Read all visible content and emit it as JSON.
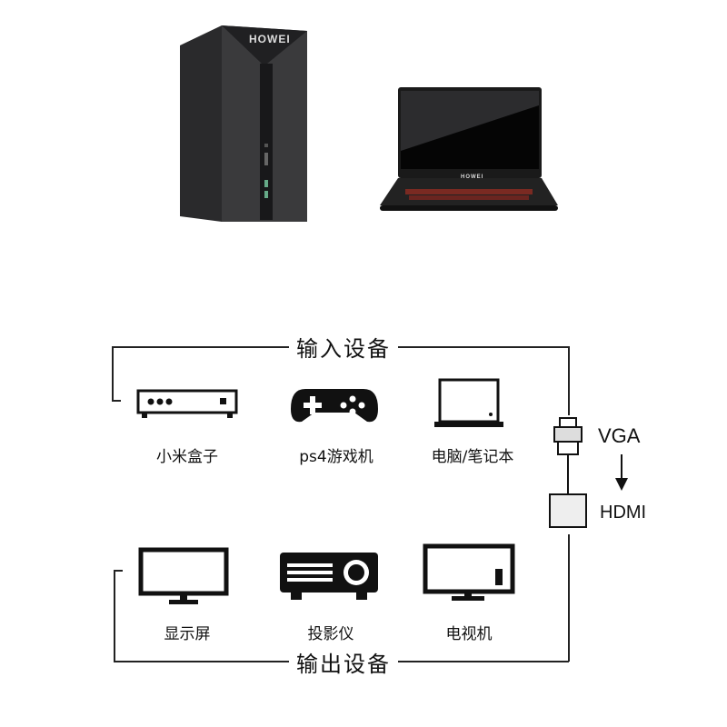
{
  "products": {
    "tower_brand": "HOWEI",
    "laptop_brand": "HOWEI"
  },
  "input_section": {
    "title": "输入设备",
    "devices": [
      {
        "label": "小米盒子",
        "icon": "set-top-box-icon"
      },
      {
        "label": "ps4游戏机",
        "icon": "gamepad-icon"
      },
      {
        "label": "电脑/笔记本",
        "icon": "laptop-icon"
      }
    ]
  },
  "output_section": {
    "title": "输出设备",
    "devices": [
      {
        "label": "显示屏",
        "icon": "monitor-icon"
      },
      {
        "label": "投影仪",
        "icon": "projector-icon"
      },
      {
        "label": "电视机",
        "icon": "tv-icon"
      }
    ]
  },
  "adapter": {
    "from": "VGA",
    "to": "HDMI"
  }
}
